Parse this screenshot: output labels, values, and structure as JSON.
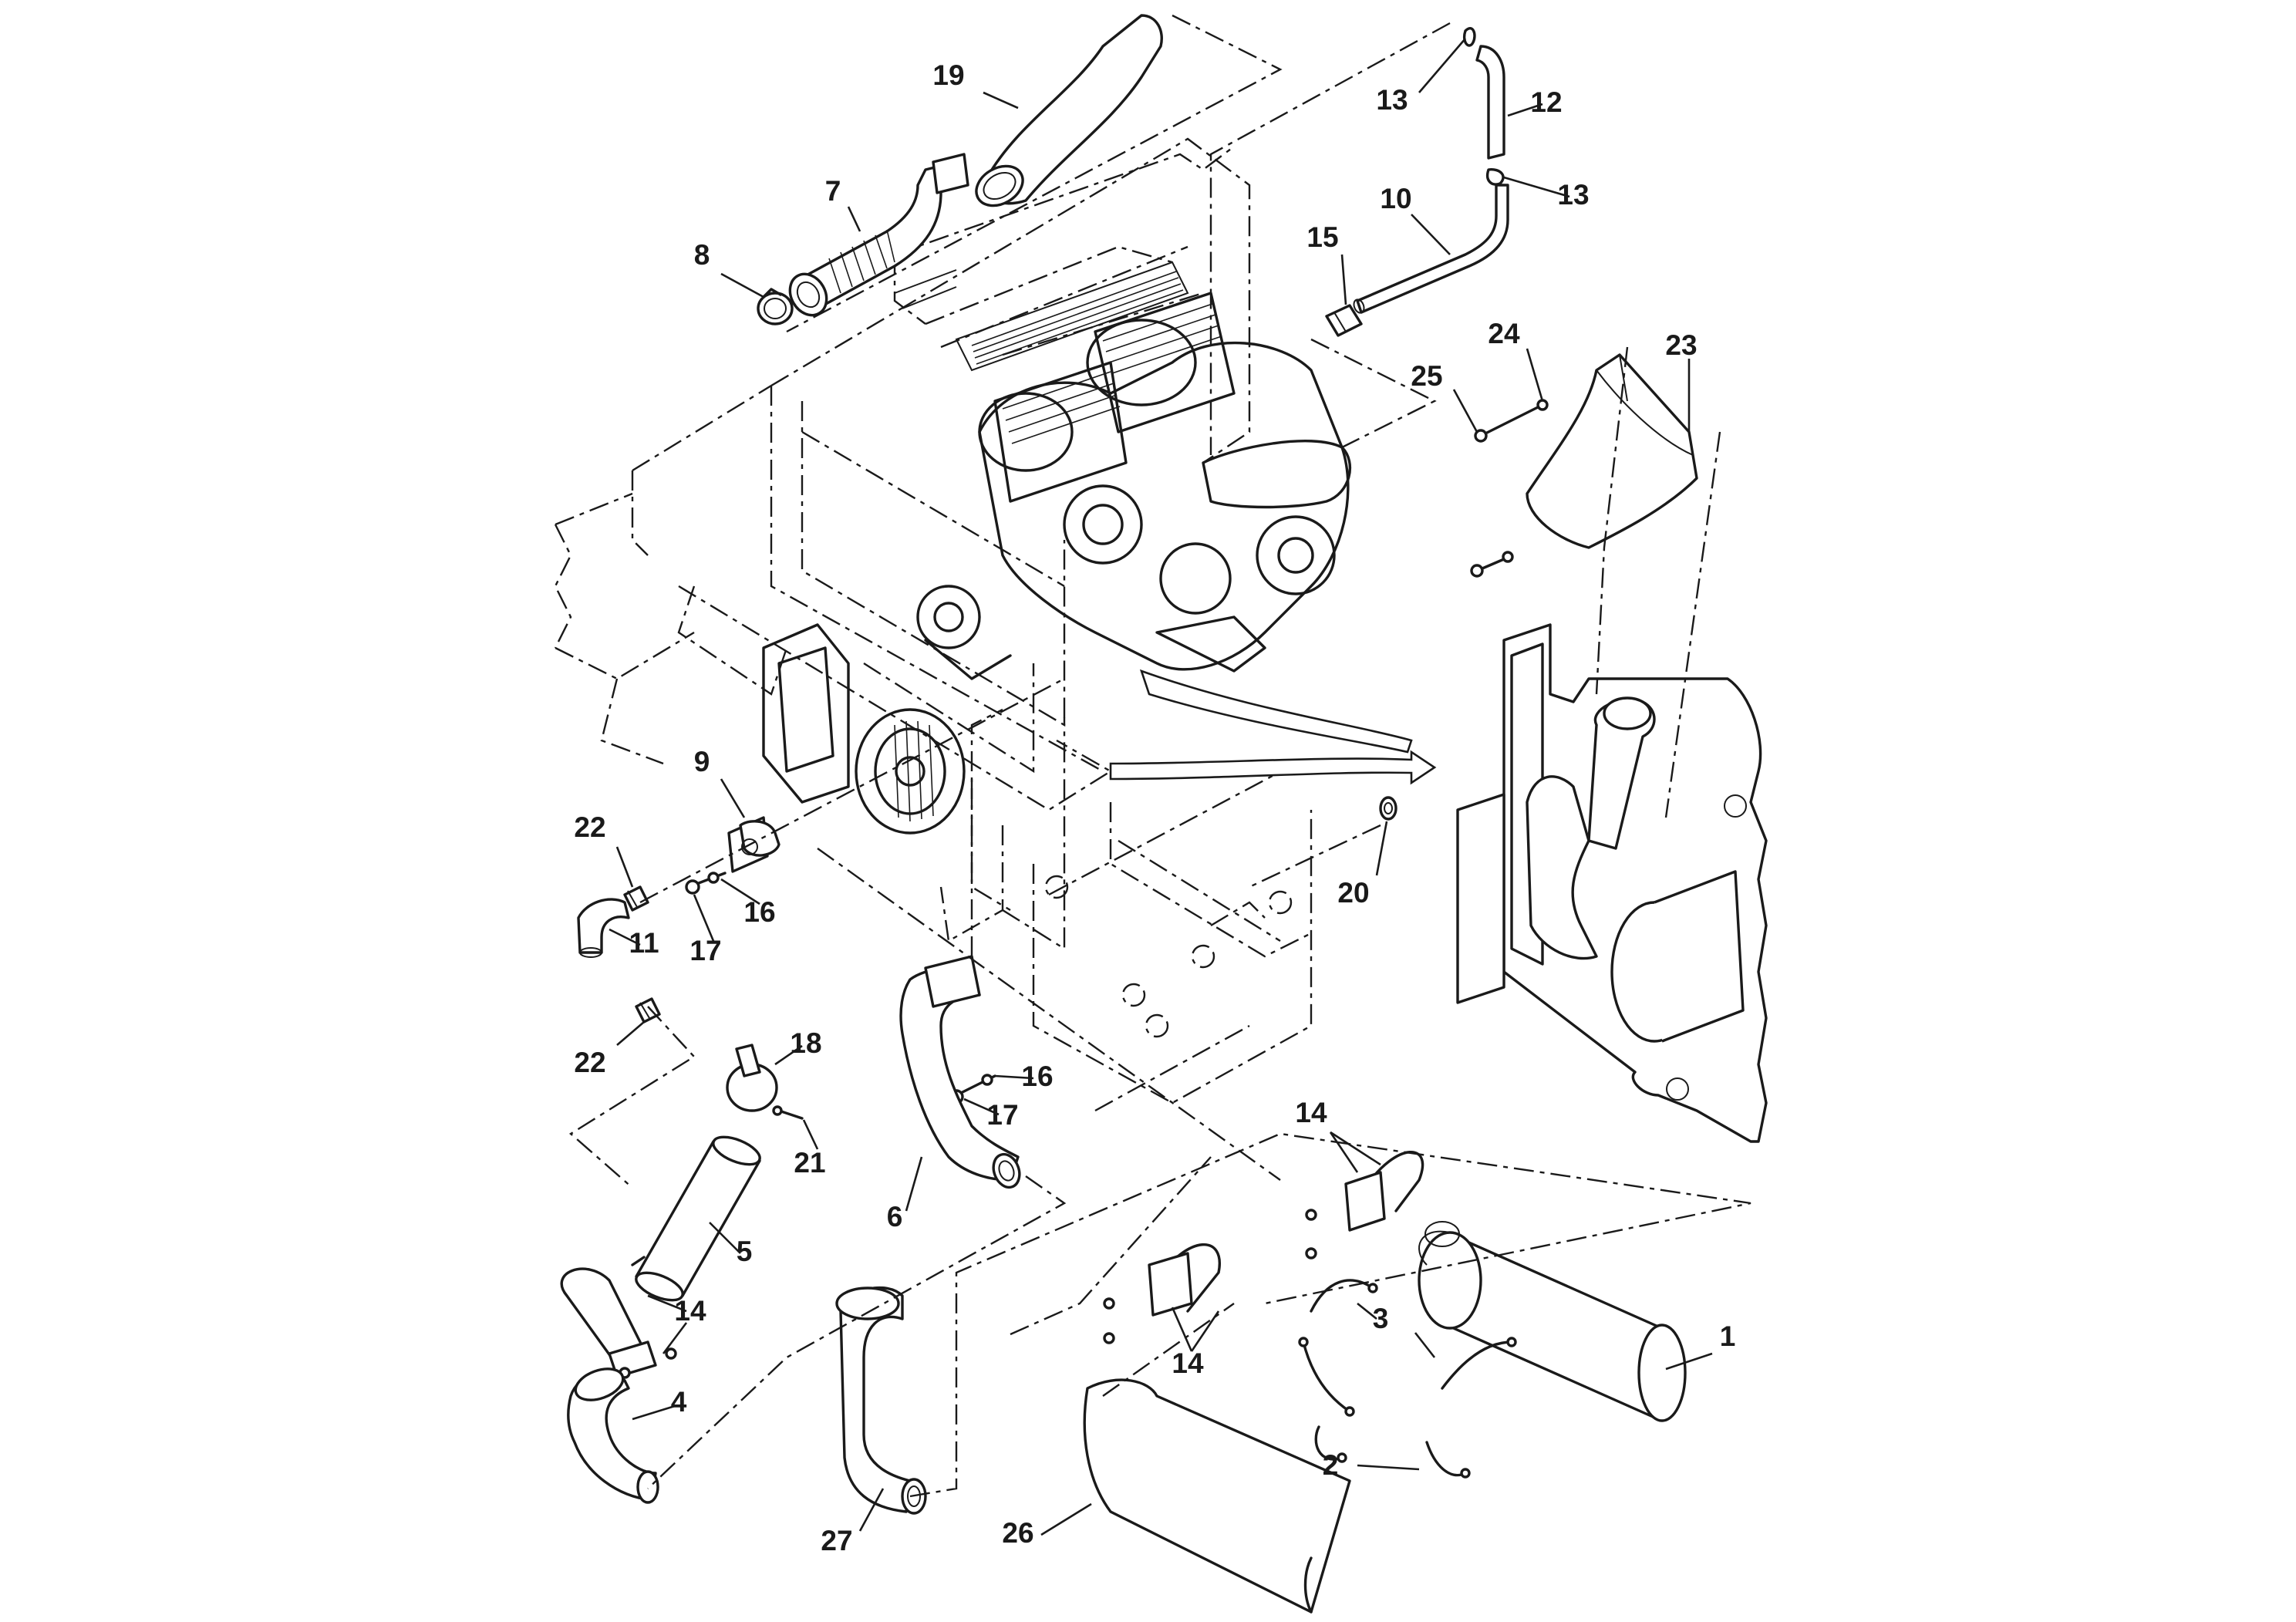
{
  "diagram": {
    "callouts": [
      {
        "id": "1",
        "label": "1"
      },
      {
        "id": "2",
        "label": "2"
      },
      {
        "id": "3",
        "label": "3"
      },
      {
        "id": "4",
        "label": "4"
      },
      {
        "id": "5",
        "label": "5"
      },
      {
        "id": "6",
        "label": "6"
      },
      {
        "id": "7",
        "label": "7"
      },
      {
        "id": "8",
        "label": "8"
      },
      {
        "id": "9",
        "label": "9"
      },
      {
        "id": "10",
        "label": "10"
      },
      {
        "id": "11",
        "label": "11"
      },
      {
        "id": "12",
        "label": "12"
      },
      {
        "id": "13a",
        "label": "13"
      },
      {
        "id": "13b",
        "label": "13"
      },
      {
        "id": "14a",
        "label": "14"
      },
      {
        "id": "14b",
        "label": "14"
      },
      {
        "id": "14c",
        "label": "14"
      },
      {
        "id": "15",
        "label": "15"
      },
      {
        "id": "16a",
        "label": "16"
      },
      {
        "id": "16b",
        "label": "16"
      },
      {
        "id": "17a",
        "label": "17"
      },
      {
        "id": "17b",
        "label": "17"
      },
      {
        "id": "18",
        "label": "18"
      },
      {
        "id": "19",
        "label": "19"
      },
      {
        "id": "20",
        "label": "20"
      },
      {
        "id": "21",
        "label": "21"
      },
      {
        "id": "22a",
        "label": "22"
      },
      {
        "id": "22b",
        "label": "22"
      },
      {
        "id": "23",
        "label": "23"
      },
      {
        "id": "24",
        "label": "24"
      },
      {
        "id": "25",
        "label": "25"
      },
      {
        "id": "26",
        "label": "26"
      },
      {
        "id": "27",
        "label": "27"
      }
    ]
  }
}
